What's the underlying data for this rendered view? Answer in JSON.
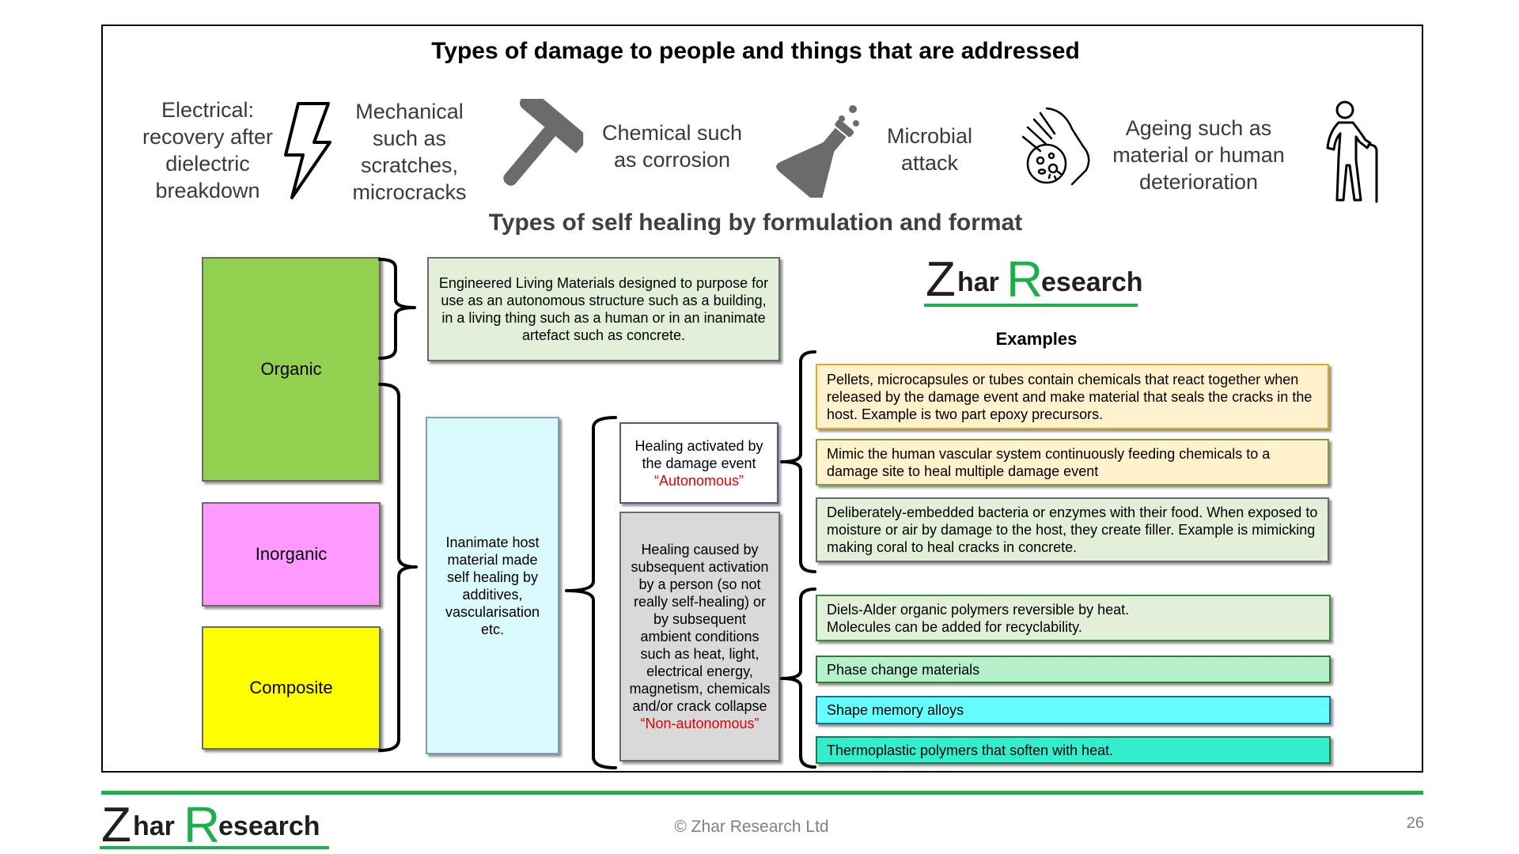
{
  "slide": {
    "title": "Types of damage to people and things that are addressed",
    "subtitle": "Types of self healing by formulation and format",
    "examples_heading": "Examples",
    "logo": {
      "z": "Z",
      "har": "har",
      "r": "R",
      "esearch": "esearch"
    },
    "footer": {
      "copyright": "© Zhar Research Ltd",
      "page_number": "26"
    }
  },
  "damage_types": [
    {
      "lines": [
        "Electrical:",
        "recovery after",
        "dielectric",
        "breakdown"
      ],
      "icon": "lightning-icon"
    },
    {
      "lines": [
        "Mechanical",
        "such as",
        "scratches,",
        "microcracks"
      ],
      "icon": "hammer-icon"
    },
    {
      "lines": [
        "Chemical such",
        "as corrosion"
      ],
      "icon": "flask-icon"
    },
    {
      "lines": [
        "Microbial",
        "attack"
      ],
      "icon": "microbe-hand-icon"
    },
    {
      "lines": [
        "Ageing such as",
        "material or human",
        "deterioration"
      ],
      "icon": "elderly-person-icon"
    }
  ],
  "materials": [
    {
      "label": "Organic",
      "color": "#92d050"
    },
    {
      "label": "Inorganic",
      "color": "#ff99ff"
    },
    {
      "label": "Composite",
      "color": "#ffff00"
    }
  ],
  "living_materials": "Engineered Living Materials designed to purpose for use as an autonomous structure such as a building, in a living thing such as a human or in an inanimate artefact such as concrete.",
  "inanimate_host": "Inanimate host material made self healing by additives, vascularisation etc.",
  "autonomous": {
    "text": "Healing activated by the damage event",
    "tag": "“Autonomous”"
  },
  "non_autonomous": {
    "text": "Healing caused by subsequent activation by a person (so not really self-healing) or by subsequent  ambient conditions such as heat, light, electrical energy, magnetism, chemicals and/or crack collapse",
    "tag": "“Non-autonomous”"
  },
  "examples_autonomous": [
    {
      "text": "Pellets, microcapsules or tubes contain chemicals that react together when released by the damage event and make material that seals the cracks in the host. Example is two part epoxy precursors.",
      "color": "#fff2cc",
      "border": "#e6a817"
    },
    {
      "text": "Mimic the human vascular system continuously feeding chemicals to a damage site to heal multiple damage event",
      "color": "#fff2cc",
      "border": "#7f9f3f"
    },
    {
      "text": "Deliberately-embedded bacteria or enzymes with their food. When exposed to moisture or air by damage to the host, they create filler. Example is mimicking making coral to heal cracks in concrete.",
      "color": "#e2f0d9",
      "border": "#6a6a6a"
    }
  ],
  "examples_non_autonomous": [
    {
      "text": "Diels-Alder organic polymers reversible by heat.",
      "text2": "Molecules can be added for recyclability.",
      "color": "#e2f0d9",
      "border": "#3a8a3a"
    },
    {
      "text": "Phase change materials",
      "color": "#b7f0cc",
      "border": "#2e7d32"
    },
    {
      "text": "Shape memory alloys",
      "color": "#66ffff",
      "border": "#1a6f8a"
    },
    {
      "text": "Thermoplastic polymers that soften with heat.",
      "color": "#33eecc",
      "border": "#1a7a5a"
    }
  ]
}
